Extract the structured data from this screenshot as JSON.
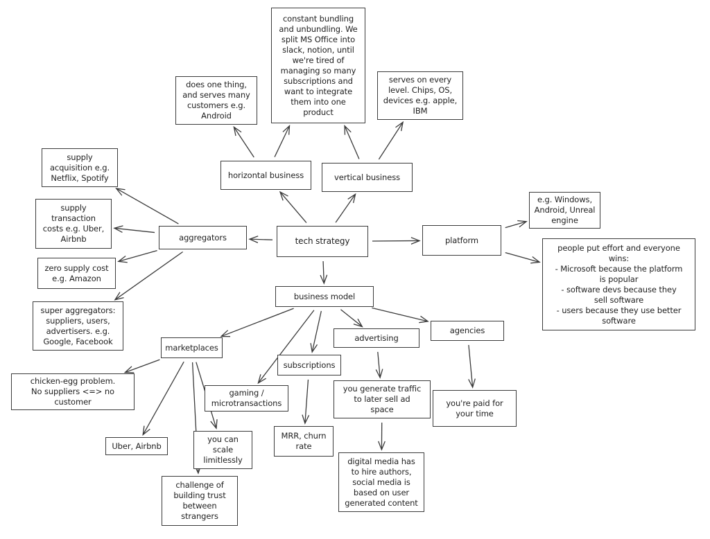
{
  "diagram_title": "tech strategy",
  "nodes": {
    "tech_strategy": "tech strategy",
    "horizontal_business": "horizontal business",
    "vertical_business": "vertical business",
    "horizontal_note": "does one thing,\nand serves many\ncustomers  e.g.\nAndroid",
    "bundling_note": "constant bundling\nand unbundling. We\nsplit MS Office into\nslack, notion, until\nwe're tired of\nmanaging so many\nsubscriptions and\nwant to integrate\nthem into one\nproduct",
    "vertical_note": "serves on every\nlevel. Chips, OS,\ndevices e.g. apple,\nIBM",
    "aggregators": "aggregators",
    "supply_acquisition": "supply\nacquisition e.g.\nNetflix, Spotify",
    "supply_transaction": "supply\ntransaction\ncosts e.g. Uber,\nAirbnb",
    "zero_supply": "zero supply cost\ne.g. Amazon",
    "super_aggregators": "super aggregators:\nsuppliers, users,\nadvertisers. e.g.\nGoogle, Facebook",
    "platform": "platform",
    "platform_examples": "e.g. Windows,\nAndroid, Unreal\nengine",
    "platform_wins": "people put effort and everyone\nwins:\n- Microsoft because the platform\nis popular\n- software devs because they\nsell software\n- users because they use better\nsoftware",
    "business_model": "business model",
    "marketplaces": "marketplaces",
    "chicken_egg": "chicken-egg problem.\nNo suppliers <=> no\ncustomer",
    "uber_airbnb": "Uber, Airbnb",
    "trust": "challenge of\nbuilding trust\nbetween\nstrangers",
    "scale": "you can\nscale\nlimitlessly",
    "gaming": "gaming /\nmicrotransactions",
    "subscriptions": "subscriptions",
    "mrr": "MRR, churn\nrate",
    "advertising": "advertising",
    "traffic": "you generate traffic\nto later sell ad\nspace",
    "media": "digital media has\nto hire authors,\nsocial media is\nbased on user\ngenerated content",
    "agencies": "agencies",
    "paid_time": "you're paid for\nyour time"
  },
  "edges": [
    [
      "tech_strategy",
      "horizontal_business"
    ],
    [
      "tech_strategy",
      "vertical_business"
    ],
    [
      "tech_strategy",
      "aggregators"
    ],
    [
      "tech_strategy",
      "platform"
    ],
    [
      "tech_strategy",
      "business_model"
    ],
    [
      "horizontal_business",
      "horizontal_note"
    ],
    [
      "horizontal_business",
      "bundling_note"
    ],
    [
      "vertical_business",
      "bundling_note"
    ],
    [
      "vertical_business",
      "vertical_note"
    ],
    [
      "aggregators",
      "supply_acquisition"
    ],
    [
      "aggregators",
      "supply_transaction"
    ],
    [
      "aggregators",
      "zero_supply"
    ],
    [
      "aggregators",
      "super_aggregators"
    ],
    [
      "platform",
      "platform_examples"
    ],
    [
      "platform",
      "platform_wins"
    ],
    [
      "business_model",
      "marketplaces"
    ],
    [
      "business_model",
      "gaming"
    ],
    [
      "business_model",
      "subscriptions"
    ],
    [
      "business_model",
      "advertising"
    ],
    [
      "business_model",
      "agencies"
    ],
    [
      "marketplaces",
      "chicken_egg"
    ],
    [
      "marketplaces",
      "uber_airbnb"
    ],
    [
      "marketplaces",
      "trust"
    ],
    [
      "marketplaces",
      "scale"
    ],
    [
      "subscriptions",
      "mrr"
    ],
    [
      "advertising",
      "traffic"
    ],
    [
      "traffic",
      "media"
    ],
    [
      "agencies",
      "paid_time"
    ]
  ],
  "colors": {
    "stroke": "#3a3a3a",
    "text": "#1e1e1e",
    "background": "#ffffff"
  }
}
